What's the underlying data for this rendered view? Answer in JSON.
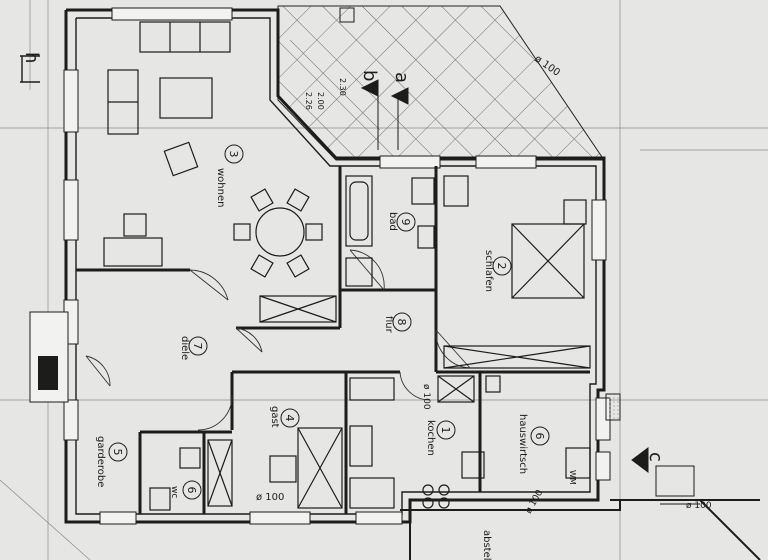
{
  "rooms": [
    {
      "num": "3",
      "name": "wohnen"
    },
    {
      "num": "9",
      "name": "bad"
    },
    {
      "num": "2",
      "name": "schlafen"
    },
    {
      "num": "7",
      "name": "diele"
    },
    {
      "num": "8",
      "name": "flur"
    },
    {
      "num": "4",
      "name": "gast"
    },
    {
      "num": "1",
      "name": "kochen"
    },
    {
      "num": "6",
      "name": "hauswirtsch"
    },
    {
      "num": "5",
      "name": "garderobe"
    },
    {
      "num": "6",
      "name": "wc"
    }
  ],
  "section_markers": [
    "b",
    "a",
    "c",
    "h"
  ],
  "dimensions": [
    "2.30",
    "2.00",
    "2.26",
    "ø 100",
    "ø 100",
    "ø 100",
    "ø 100",
    "ø 100"
  ],
  "fixtures": {
    "washer": "WM"
  },
  "edge_text": "abstell",
  "colors": {
    "paper": "#e6e6e4",
    "ink": "#1c1c1c",
    "wall_fill": "#f2f2f0",
    "hatch": "#555555"
  }
}
